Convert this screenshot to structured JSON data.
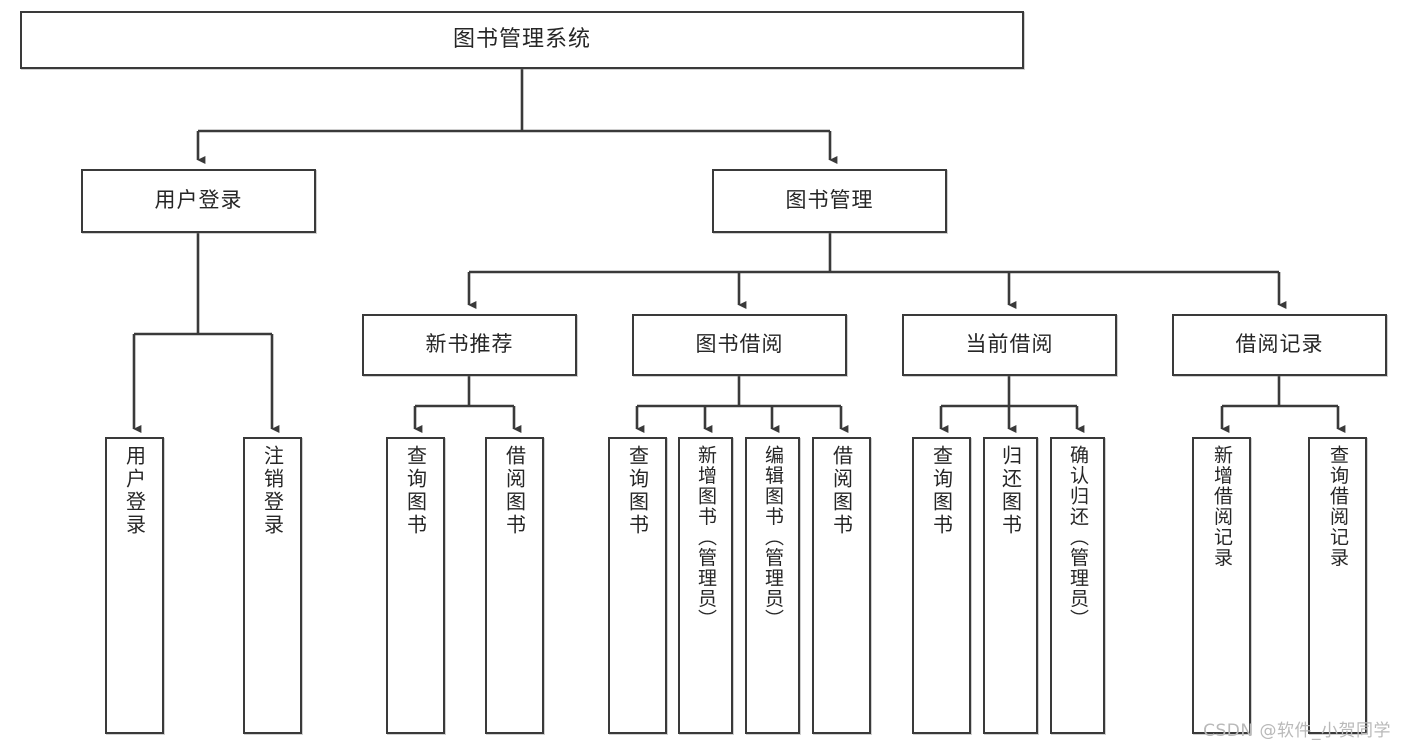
{
  "diagram": {
    "title": "图书管理系统",
    "type": "tree",
    "root": {
      "id": "root",
      "label": "图书管理系统",
      "orientation": "horizontal"
    },
    "levels": [
      {
        "level": 2,
        "nodes": [
          {
            "id": "user-login",
            "label": "用户登录",
            "orientation": "horizontal"
          },
          {
            "id": "book-manage",
            "label": "图书管理",
            "orientation": "horizontal"
          }
        ]
      },
      {
        "level": 3,
        "nodes": [
          {
            "id": "new-book-rec",
            "label": "新书推荐",
            "orientation": "horizontal",
            "parent": "book-manage"
          },
          {
            "id": "book-borrow",
            "label": "图书借阅",
            "orientation": "horizontal",
            "parent": "book-manage"
          },
          {
            "id": "current-borrow",
            "label": "当前借阅",
            "orientation": "horizontal",
            "parent": "book-manage"
          },
          {
            "id": "borrow-record",
            "label": "借阅记录",
            "orientation": "horizontal",
            "parent": "book-manage"
          }
        ]
      },
      {
        "level": 4,
        "nodes": [
          {
            "id": "leaf-user-login",
            "label": "用户登录",
            "orientation": "vertical",
            "parent": "user-login"
          },
          {
            "id": "leaf-user-logout",
            "label": "注销登录",
            "orientation": "vertical",
            "parent": "user-login"
          },
          {
            "id": "leaf-query-book-1",
            "label": "查询图书",
            "orientation": "vertical",
            "parent": "new-book-rec"
          },
          {
            "id": "leaf-borrow-book-1",
            "label": "借阅图书",
            "orientation": "vertical",
            "parent": "new-book-rec"
          },
          {
            "id": "leaf-query-book-2",
            "label": "查询图书",
            "orientation": "vertical",
            "parent": "book-borrow"
          },
          {
            "id": "leaf-add-book",
            "label": "新增图书（管理员）",
            "orientation": "vertical",
            "parent": "book-borrow"
          },
          {
            "id": "leaf-edit-book",
            "label": "编辑图书（管理员）",
            "orientation": "vertical",
            "parent": "book-borrow"
          },
          {
            "id": "leaf-borrow-book-2",
            "label": "借阅图书",
            "orientation": "vertical",
            "parent": "book-borrow"
          },
          {
            "id": "leaf-query-book-3",
            "label": "查询图书",
            "orientation": "vertical",
            "parent": "current-borrow"
          },
          {
            "id": "leaf-return-book",
            "label": "归还图书",
            "orientation": "vertical",
            "parent": "current-borrow"
          },
          {
            "id": "leaf-confirm-return",
            "label": "确认归还（管理员）",
            "orientation": "vertical",
            "parent": "current-borrow"
          },
          {
            "id": "leaf-add-record",
            "label": "新增借阅记录",
            "orientation": "vertical",
            "parent": "borrow-record"
          },
          {
            "id": "leaf-query-record",
            "label": "查询借阅记录",
            "orientation": "vertical",
            "parent": "borrow-record"
          }
        ]
      }
    ],
    "colors": {
      "border": "#3a3a3a",
      "text": "#262626",
      "background": "#ffffff",
      "connector": "#3a3a3a",
      "watermark": "#b9b9b9"
    }
  },
  "watermark": {
    "text": "CSDN @软件_小贺同学"
  }
}
